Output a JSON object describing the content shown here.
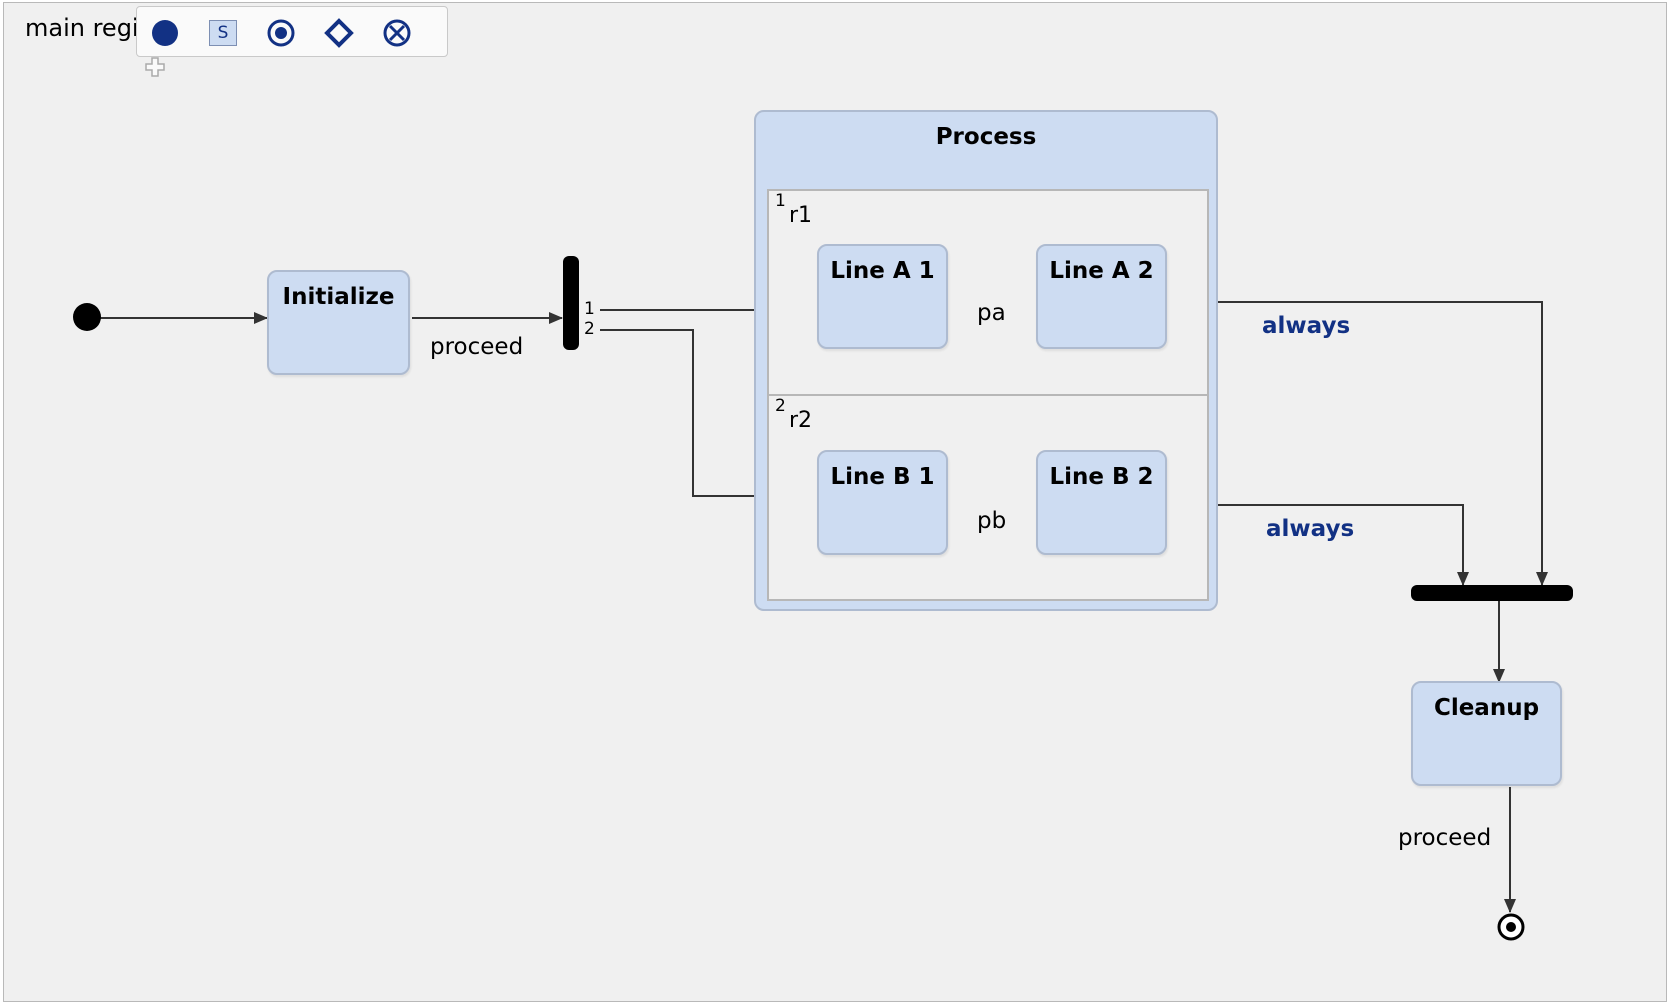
{
  "region": {
    "label": "main regi"
  },
  "palette": {
    "tools": [
      {
        "name": "initial-state-tool-icon",
        "glyph": "filled-circle"
      },
      {
        "name": "state-tool-icon",
        "glyph": "S"
      },
      {
        "name": "final-state-tool-icon",
        "glyph": "bullseye"
      },
      {
        "name": "choice-tool-icon",
        "glyph": "diamond"
      },
      {
        "name": "exit-point-tool-icon",
        "glyph": "circle-x"
      }
    ],
    "s_glyph": "S"
  },
  "states": {
    "initialize": "Initialize",
    "process": "Process",
    "line_a1": "Line A 1",
    "line_a2": "Line A 2",
    "line_b1": "Line B 1",
    "line_b2": "Line B 2",
    "cleanup": "Cleanup"
  },
  "regions": {
    "r1": {
      "number": "1",
      "name": "r1"
    },
    "r2": {
      "number": "2",
      "name": "r2"
    }
  },
  "fork_ports": {
    "p1": "1",
    "p2": "2"
  },
  "transitions": {
    "init_proceed": "proceed",
    "pa": "pa",
    "pb": "pb",
    "always_a": "always",
    "always_b": "always",
    "cleanup_proceed": "proceed"
  },
  "colors": {
    "canvas": "#f0f0f0",
    "state_fill": "#cddcf2",
    "state_border": "#aebbd0",
    "accent_blue": "#123184",
    "edge": "#333333"
  }
}
